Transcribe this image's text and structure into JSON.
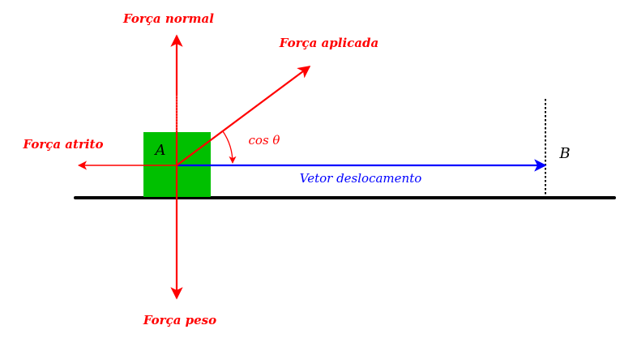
{
  "labels": {
    "normal": "Força normal",
    "applied": "Força aplicada",
    "friction": "Força atrito",
    "weight": "Força peso",
    "displacement": "Vetor deslocamento",
    "angle": "cos θ",
    "point_a": "A",
    "point_b": "B"
  },
  "colors": {
    "force": "#ff0000",
    "displacement": "#0000ff",
    "block": "#00c000",
    "ground": "#000000",
    "marker": "#000000"
  }
}
